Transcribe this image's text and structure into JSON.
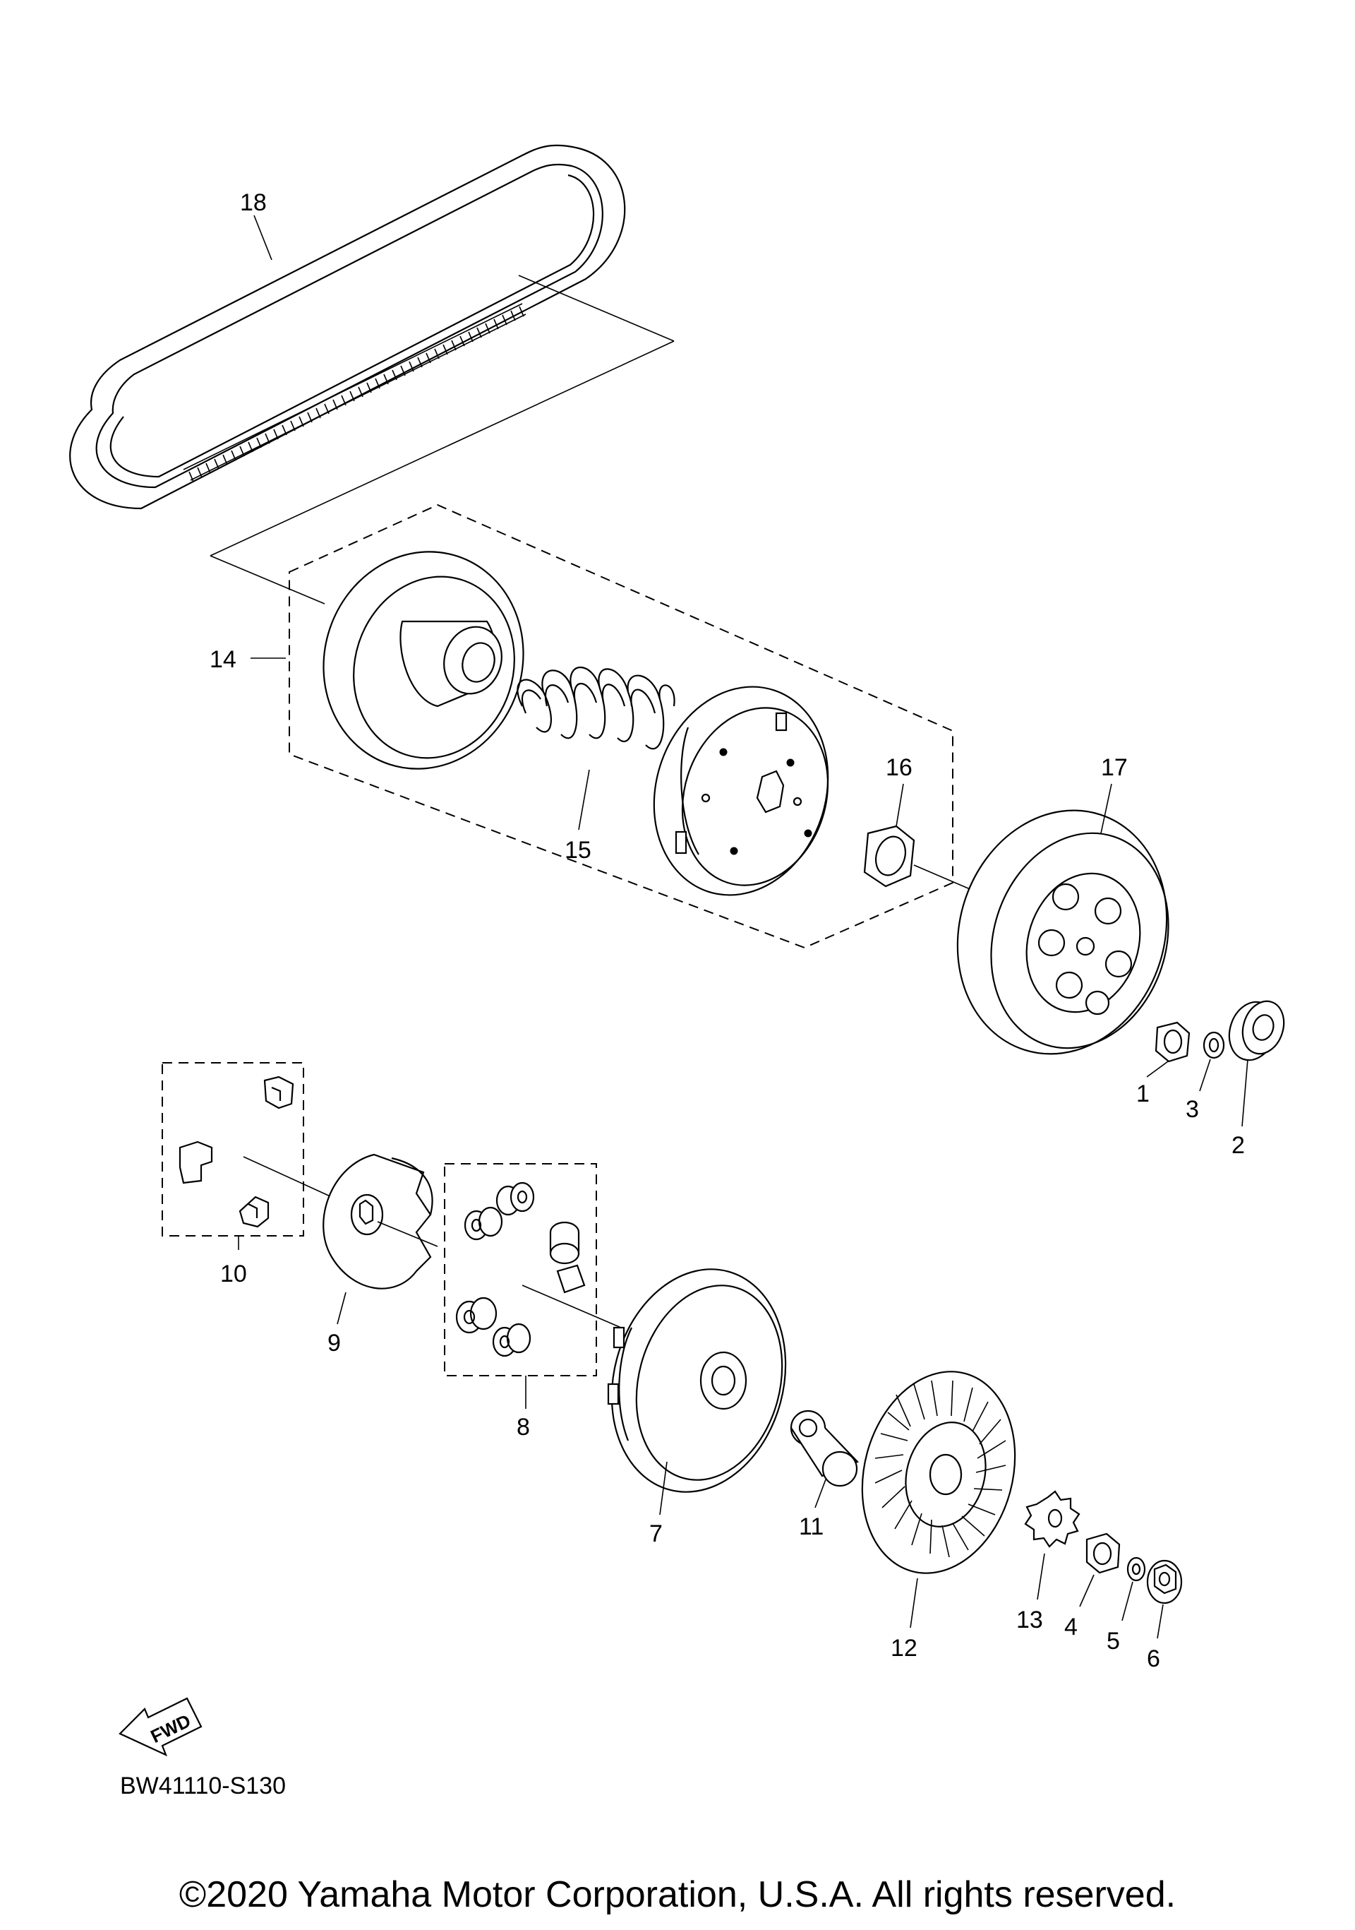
{
  "callouts": {
    "c1": "1",
    "c2": "2",
    "c3": "3",
    "c4": "4",
    "c5": "5",
    "c6": "6",
    "c7": "7",
    "c8": "8",
    "c9": "9",
    "c10": "10",
    "c11": "11",
    "c12": "12",
    "c13": "13",
    "c14": "14",
    "c15": "15",
    "c16": "16",
    "c17": "17",
    "c18": "18"
  },
  "fwd_label": "FWD",
  "diagram_code": "BW41110-S130",
  "copyright": "©2020 Yamaha Motor Corporation, U.S.A. All rights reserved."
}
